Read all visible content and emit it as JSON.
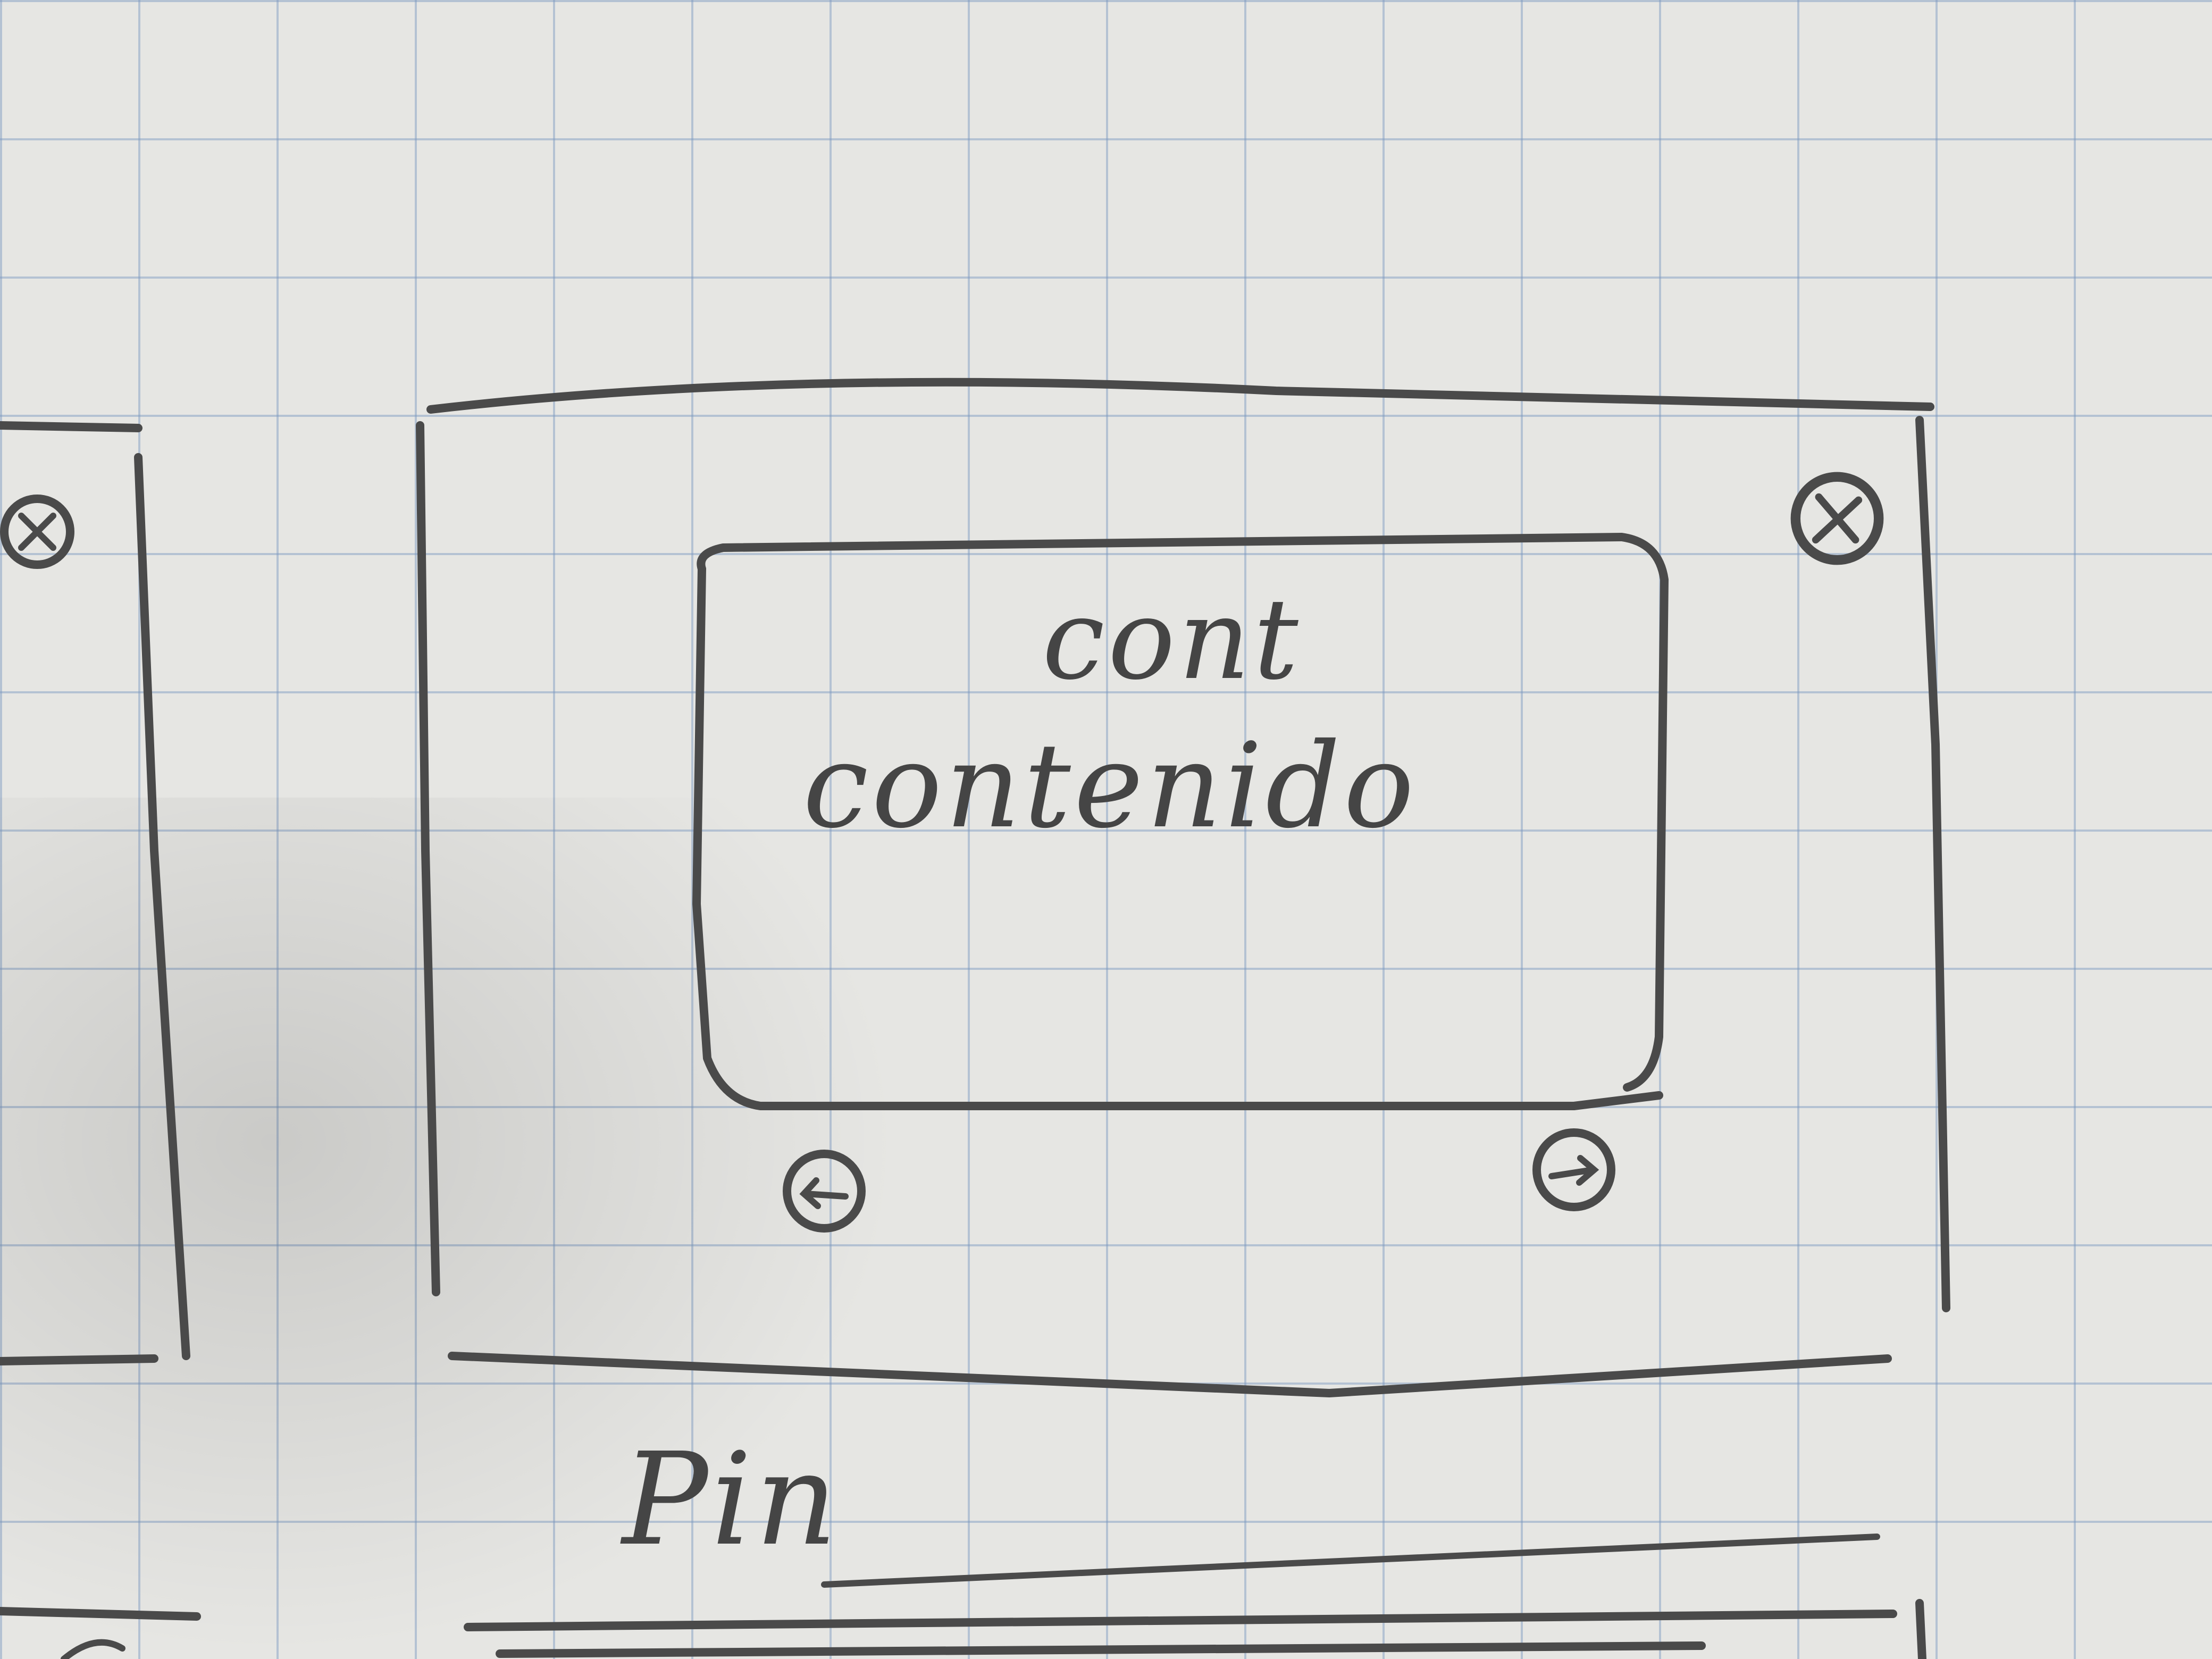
{
  "card": {
    "title": "cont",
    "content": "contenido"
  },
  "footer": {
    "label": "Pin"
  },
  "icons": {
    "close": "close-icon",
    "prev": "arrow-left-icon",
    "next": "arrow-right-icon"
  },
  "colors": {
    "paper": "#e6e6e3",
    "grid": "#7896be",
    "pencil": "#4a4a4a"
  }
}
